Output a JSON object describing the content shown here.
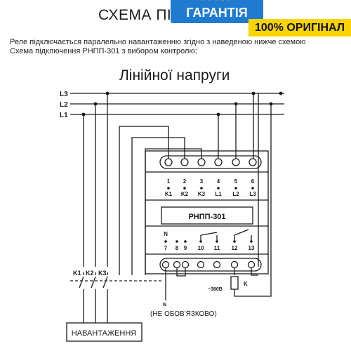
{
  "header": {
    "title": "СХЕМА ПІД",
    "badge_primary": "ГАРАНТІЯ",
    "badge_stars": "★★★★★",
    "badge_secondary": "100% ОРИГІНАЛ"
  },
  "description": {
    "line1": "Реле підключається паралельно навантаженню згідно з наведеною нижче схемою",
    "line2": "Схема підключення РНПП-301 з вибором контролю;"
  },
  "subtitle": "Лінійної напруги",
  "diagram": {
    "lines": [
      "L3",
      "L2",
      "L1"
    ],
    "device_model": "РНПП-301",
    "top_terminals": [
      {
        "num": "1",
        "name": "K1"
      },
      {
        "num": "2",
        "name": "K2"
      },
      {
        "num": "3",
        "name": "K3"
      },
      {
        "num": "4",
        "name": "L1"
      },
      {
        "num": "5",
        "name": "L2"
      },
      {
        "num": "6",
        "name": "L3"
      }
    ],
    "bottom_terminals": [
      "7",
      "8",
      "9",
      "10",
      "11",
      "12",
      "13"
    ],
    "bottom_n_label": "N",
    "contactors": [
      "K1",
      "K2",
      "K3"
    ],
    "load_label": "НАВАНТАЖЕННЯ",
    "coil_label": "K",
    "voltage_label": "~380B",
    "neutral_label": "N",
    "neutral_note": "(НЕ ОБОВ'ЯЗКОВО)"
  }
}
